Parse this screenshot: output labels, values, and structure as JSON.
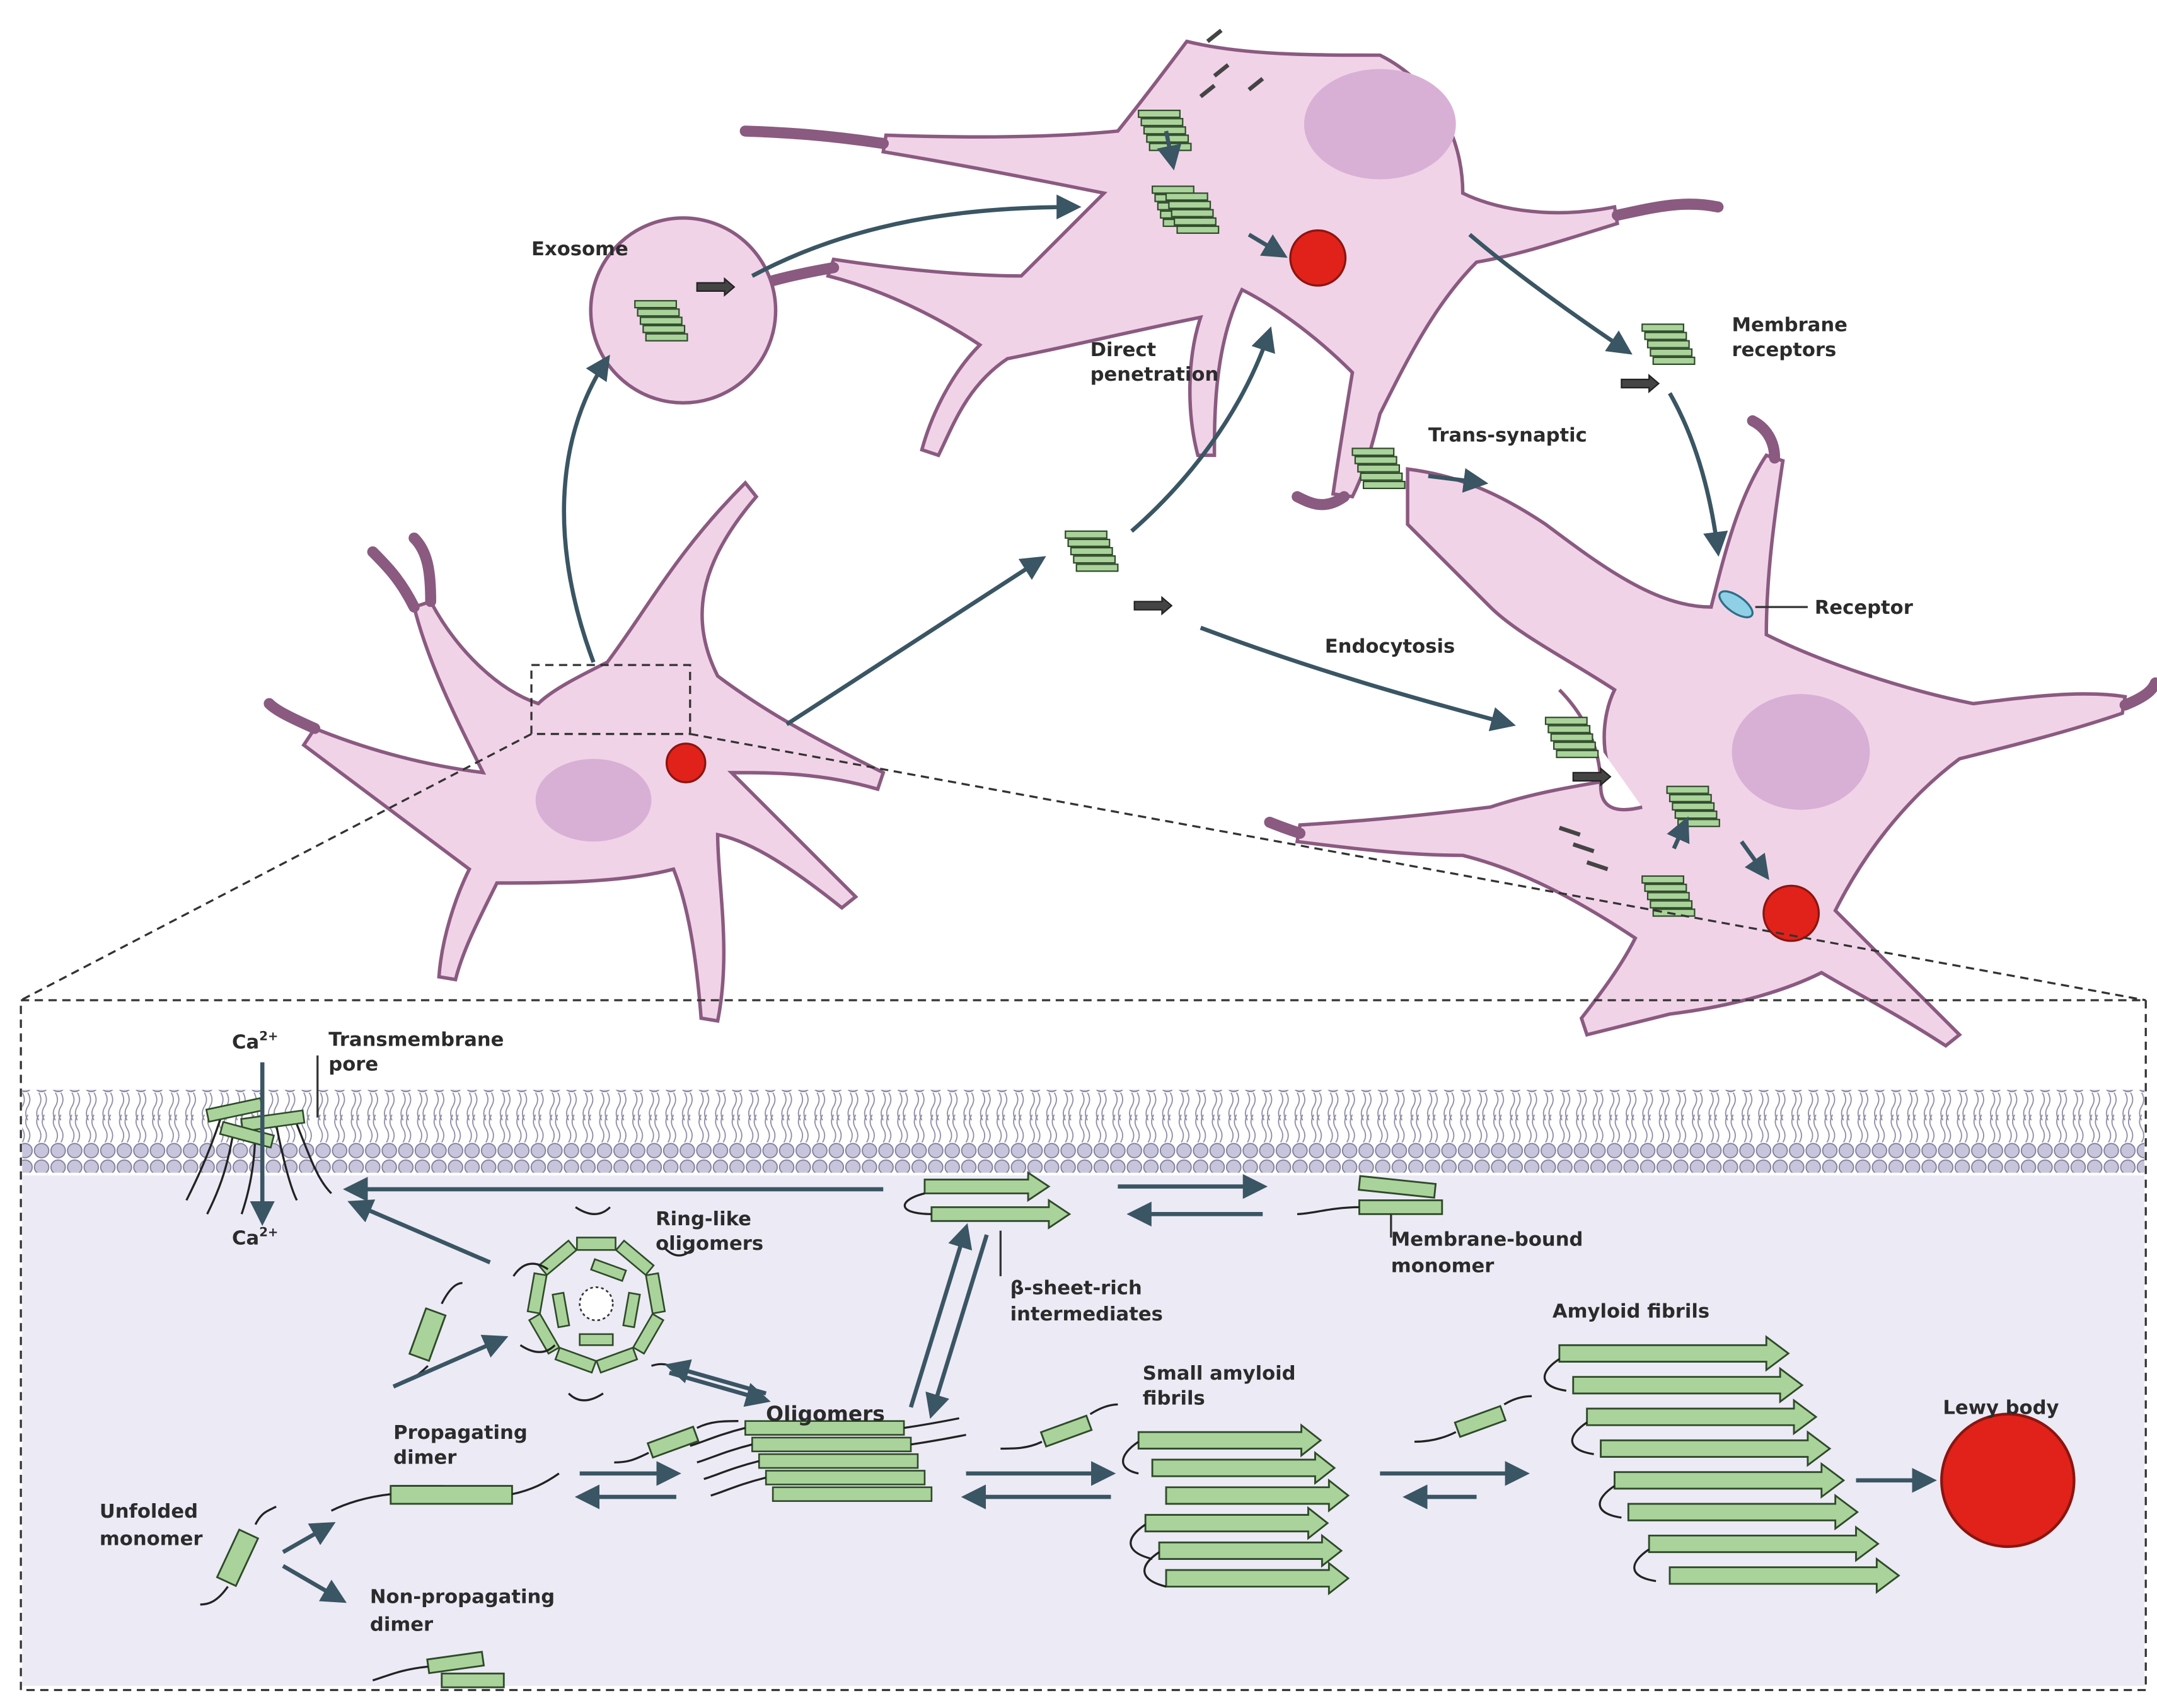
{
  "labels": {
    "exosome": "Exosome",
    "direct_line1": "Direct",
    "direct_line2": "penetration",
    "membrane_receptors_line1": "Membrane",
    "membrane_receptors_line2": "receptors",
    "trans_synaptic": "Trans-synaptic",
    "receptor": "Receptor",
    "endocytosis": "Endocytosis",
    "ca_top": "Ca",
    "ca_bottom": "Ca",
    "ca_charge": "2+",
    "pore_line1": "Transmembrane",
    "pore_line2": "pore",
    "ring_line1": "Ring-like",
    "ring_line2": "oligomers",
    "beta_line1": "β-sheet-rich",
    "beta_line2": "intermediates",
    "mem_bound_line1": "Membrane-bound",
    "mem_bound_line2": "monomer",
    "amyloid_fibrils": "Amyloid fibrils",
    "small_fibrils_line1": "Small amyloid",
    "small_fibrils_line2": "fibrils",
    "lewy_body": "Lewy body",
    "oligomers": "Oligomers",
    "prop_dimer_line1": "Propagating",
    "prop_dimer_line2": "dimer",
    "unfolded_line1": "Unfolded",
    "unfolded_line2": "monomer",
    "nonprop_line1": "Non-propagating",
    "nonprop_line2": "dimer"
  },
  "colors": {
    "cell_fill": "#f1d3e8",
    "cell_stroke": "#8a5a80",
    "nucleus": "#d9b0d5",
    "lewy": "#e0221a",
    "protein_fill": "#a9d39a",
    "protein_stroke": "#2f4a2a",
    "arrow": "#3a5563",
    "membrane_head": "#c7c5dc",
    "cytoplasm": "#eceaf5"
  }
}
